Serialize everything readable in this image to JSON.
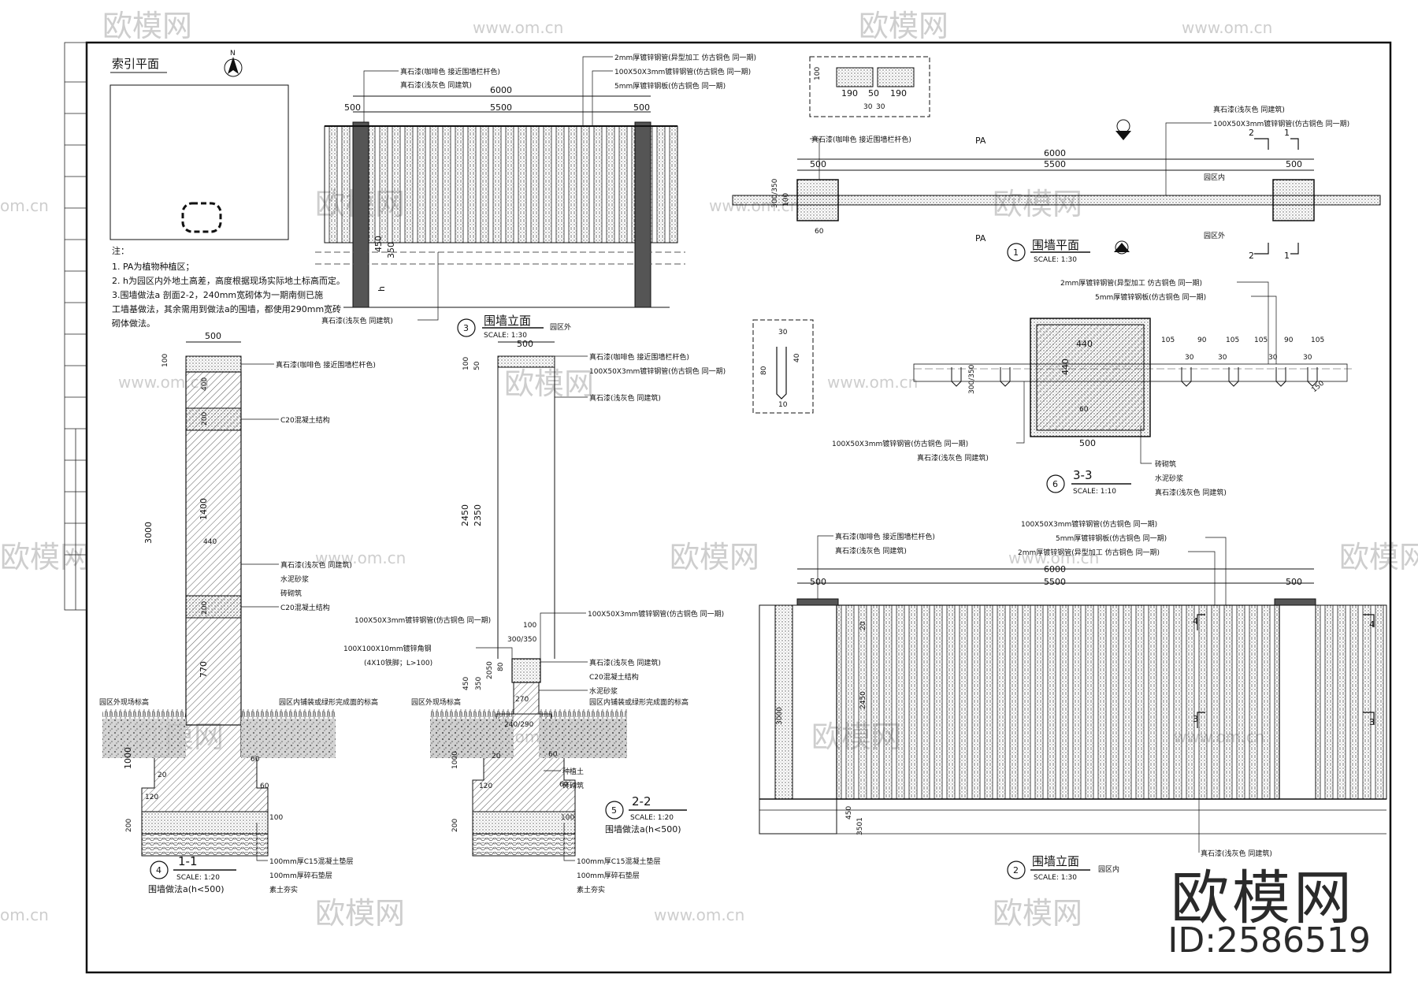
{
  "watermark": {
    "brand": "欧模网",
    "site": "www.om.cn",
    "edge_fragment": "om.cn",
    "id": "ID:2586519"
  },
  "north": "N",
  "index_plan": {
    "title": "索引平面"
  },
  "notes": {
    "heading": "注：",
    "lines": [
      "1. PA为植物种植区；",
      "2. h为园区内外地土高差，高度根据现场实际地土标高而定。",
      "3.围墙做法a 剖面2-2，240mm宽砌体为一期南侧已施",
      "工墙基做法，其余需用到做法a的围墙，都使用290mm宽砖",
      "砌体做法。"
    ]
  },
  "materials": {
    "stone_coffee": "真石漆(咖啡色 接近围墙栏杆色)",
    "stone_grey": "真石漆(浅灰色 同建筑)",
    "tube_2mm": "2mm厚镀锌钢管(异型加工 仿古铜色 同一期)",
    "tube_100x50": "100X50X3mm镀锌钢管(仿古铜色 同一期)",
    "plate_5mm": "5mm厚镀锌钢板(仿古铜色 同一期)",
    "c20": "C20混凝土结构",
    "mortar": "水泥砂浆",
    "brick": "砖砌筑",
    "c15": "100mm厚C15混凝土垫层",
    "gravel": "100mm厚碎石垫层",
    "soil": "素土夯实",
    "angle": "100X100X10mm镀锌角钢",
    "angle_note": "(4X10铁脚；L>100)",
    "ground_out": "园区外现场标高",
    "ground_in": "园区内铺装或绿形完成面的标高",
    "planting": "种植土",
    "outside": "园区外",
    "inside": "园区内",
    "pa": "PA"
  },
  "views": {
    "v1": {
      "num": "1",
      "title": "围墙平面",
      "scale": "SCALE: 1:30"
    },
    "v2": {
      "num": "2",
      "title": "围墙立面",
      "scale": "SCALE: 1:30",
      "side": "园区内"
    },
    "v3": {
      "num": "3",
      "title": "围墙立面",
      "scale": "SCALE: 1:30",
      "side": "园区外"
    },
    "v4": {
      "num": "4",
      "title": "1-1",
      "scale": "SCALE: 1:20",
      "desc": "围墙做法a(h<500)"
    },
    "v5": {
      "num": "5",
      "title": "2-2",
      "scale": "SCALE: 1:20",
      "desc": "围墙做法a(h<500)"
    },
    "v6": {
      "num": "6",
      "title": "3-3",
      "scale": "SCALE: 1:10"
    }
  },
  "dims": {
    "d6000": "6000",
    "d5500": "5500",
    "d500": "500",
    "d190": "190",
    "d50": "50",
    "d30": "30",
    "d100": "100",
    "d3000": "3000",
    "d2450": "2450",
    "d2350": "2350",
    "d1400": "1400",
    "d770": "770",
    "d440": "440",
    "d400": "400",
    "d200": "200",
    "d1000": "1000",
    "d450": "450",
    "d350": "350",
    "d60": "60",
    "d20": "20",
    "d270": "270",
    "d300_350": "300/350",
    "d240_290": "240/290",
    "d2050": "2050",
    "d80": "80",
    "d40": "40",
    "d10": "10",
    "d105": "105",
    "d90": "90",
    "d150": "150",
    "h": "h",
    "d120": "120",
    "d3501": "3501"
  },
  "sections": {
    "s1": "1",
    "s2": "2",
    "s3": "3",
    "s4": "4"
  }
}
